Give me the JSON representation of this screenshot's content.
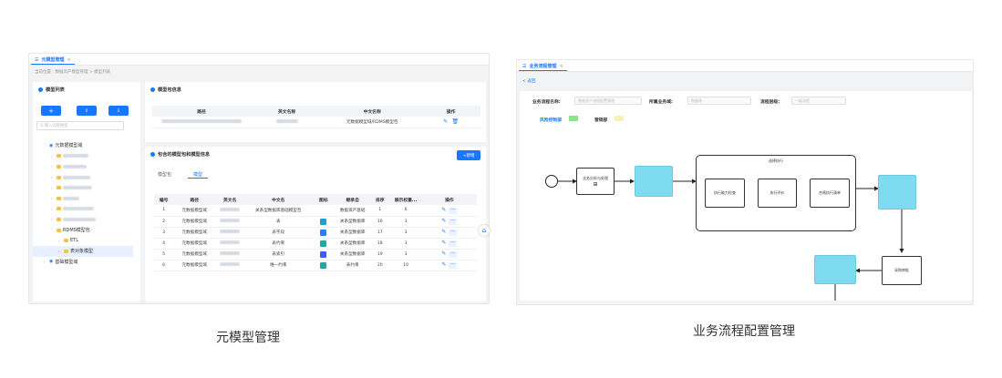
{
  "left": {
    "tab_label": "元模型管理",
    "tab_close": "×",
    "breadcrumb": "当前位置：数据资产模型管理 > 模型列表",
    "model_list_title": "模型列表",
    "search_placeholder": "Q 输入内容搜索",
    "tree": [
      {
        "label": "元数据模型域",
        "icon": "globe-icon",
        "open": true
      },
      {
        "label": "RDMS模型包",
        "open": true
      },
      {
        "label": "ETL"
      },
      {
        "label": "表对象模型",
        "selected": true
      },
      {
        "label": "基础模型域",
        "icon": "globe-icon"
      }
    ],
    "info_title": "模型包信息",
    "info_headers": [
      "路径",
      "英文名称",
      "中文名称",
      "操作"
    ],
    "info_row": {
      "cn": "元数据模型域/RDMS模型包"
    },
    "sub_title": "包含的模型包和模型信息",
    "add_button": "+新增",
    "sub_tabs": [
      "模型包",
      "模型"
    ],
    "table_headers": [
      "编号",
      "路径",
      "英文名",
      "中文名",
      "图标",
      "继承自",
      "排序",
      "展示权重...",
      "操作"
    ],
    "rows": [
      {
        "no": "1",
        "path": "元数据模型域",
        "cn": "关系型数据库基础模型包",
        "inherit": "数据资产基础",
        "sort": "1",
        "weight": "6",
        "icon_color": ""
      },
      {
        "no": "2",
        "path": "元数据模型域",
        "cn": "表",
        "inherit": "关系型数据库",
        "sort": "16",
        "weight": "3",
        "icon_color": "#1aa3c9"
      },
      {
        "no": "3",
        "path": "元数据模型域",
        "cn": "表字段",
        "inherit": "关系型数据库",
        "sort": "17",
        "weight": "3",
        "icon_color": "#2f7cf6"
      },
      {
        "no": "4",
        "path": "元数据模型域",
        "cn": "表约束",
        "inherit": "关系型数据库",
        "sort": "18",
        "weight": "3",
        "icon_color": "#21a8a0"
      },
      {
        "no": "5",
        "path": "元数据模型域",
        "cn": "表索引",
        "inherit": "关系型数据库",
        "sort": "19",
        "weight": "3",
        "icon_color": "#3c5ee8"
      },
      {
        "no": "6",
        "path": "元数据模型域",
        "cn": "唯一约束",
        "inherit": "表约束",
        "sort": "20",
        "weight": "10",
        "icon_color": "#21a8a0"
      }
    ],
    "caption": "元模型管理"
  },
  "right": {
    "tab_label": "业务流程管理",
    "tab_close": "×",
    "back": "< 返回",
    "field1_label": "业务流程名称:",
    "field1_value": "数据资产流程配置管理",
    "field2_label": "所属业务域:",
    "field2_value": "数据域",
    "field3_label": "流程层级:",
    "field3_value": "一级流程",
    "legend": [
      {
        "label": "风险控制部",
        "color": "#8ee38a"
      },
      {
        "label": "营销部",
        "color": "#f7f3b5"
      }
    ],
    "nodes": {
      "task1": "业务分析与处理",
      "group": "选择执行",
      "g1": "执行能力检查",
      "g2": "执行评价",
      "g3": "合格执行清单",
      "review": "采购审批"
    },
    "caption": "业务流程配置管理"
  }
}
